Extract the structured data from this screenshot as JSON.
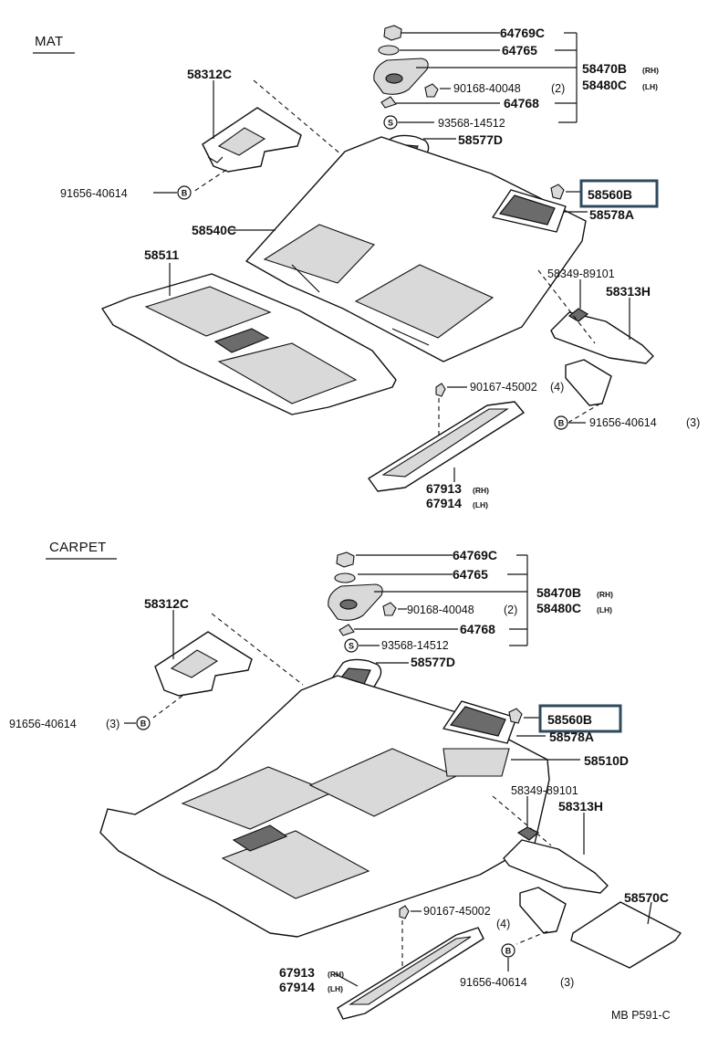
{
  "mat": {
    "title": "MAT",
    "labels": {
      "p64769c": "64769C",
      "p64765": "64765",
      "p58470b": "58470B",
      "rh": "(RH)",
      "p58480c": "58480C",
      "lh": "(LH)",
      "p90168": "90168-40048",
      "qty2": "(2)",
      "p64768": "64768",
      "p93568": "93568-14512",
      "p58577d": "58577D",
      "p58312c": "58312C",
      "p91656a": "91656-40614",
      "p58560b": "58560B",
      "p58578a": "58578A",
      "p58540c": "58540C",
      "p58511": "58511",
      "p58349": "58349-89101",
      "p58313h": "58313H",
      "p90167": "90167-45002",
      "qty4": "(4)",
      "p91656b": "91656-40614",
      "qty3": "(3)",
      "p67913": "67913",
      "rh2": "(RH)",
      "p67914": "67914",
      "lh2": "(LH)"
    }
  },
  "carpet": {
    "title": "CARPET",
    "labels": {
      "p64769c": "64769C",
      "p64765": "64765",
      "p58470b": "58470B",
      "rh": "(RH)",
      "p58480c": "58480C",
      "lh": "(LH)",
      "p90168": "90168-40048",
      "qty2": "(2)",
      "p64768": "64768",
      "p93568": "93568-14512",
      "p58577d": "58577D",
      "p58312c": "58312C",
      "p91656a": "91656-40614",
      "qty3a": "(3)",
      "p58560b": "58560B",
      "p58578a": "58578A",
      "p58510d": "58510D",
      "p58349": "58349-89101",
      "p58313h": "58313H",
      "p90167": "90167-45002",
      "qty4": "(4)",
      "p58570c": "58570C",
      "p67913": "67913",
      "rh2": "(RH)",
      "p67914": "67914",
      "lh2": "(LH)",
      "p91656b": "91656-40614",
      "qty3b": "(3)"
    }
  },
  "symbols": {
    "bolt_b": "B",
    "screw_s": "S"
  },
  "footer": {
    "code": "MB  P591-C"
  },
  "colors": {
    "highlight_box": "#2f4a5c",
    "line": "#111111"
  }
}
